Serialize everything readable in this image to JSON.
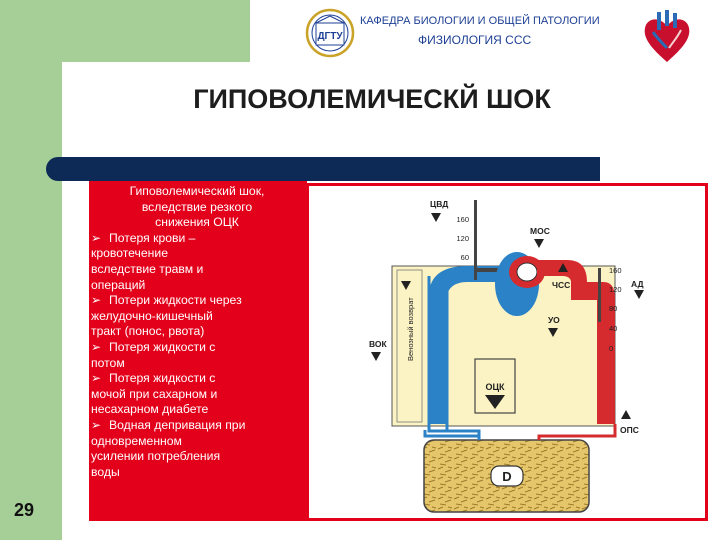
{
  "header": {
    "department": "КАФЕДРА БИОЛОГИИ И ОБЩЕЙ ПАТОЛОГИИ",
    "subject": "ФИЗИОЛОГИЯ ССС",
    "logo_text": "ДГТУ"
  },
  "title": "ГИПОВОЛЕМИЧЕСКЙ ШОК",
  "page_number": "29",
  "bullet_marker": "➢",
  "panel": {
    "intro": [
      "Гиповолемический шок,",
      "вследствие резкого",
      "снижения ОЦК"
    ],
    "bullets": [
      [
        "Потеря крови –",
        "кровотечение",
        "вследствие травм и",
        "операций"
      ],
      [
        "Потери жидкости через",
        "желудочно-кишечный",
        "тракт (понос, рвота)"
      ],
      [
        "Потеря жидкости с",
        "потом"
      ],
      [
        "Потеря жидкости с",
        "мочой при сахарном и",
        "несахарном диабете"
      ],
      [
        "Водная депривация при",
        "одновременном",
        "усилении потребления",
        "воды"
      ]
    ]
  },
  "diagram": {
    "cvd": "ЦВД",
    "cvd_scale": [
      "160",
      "120",
      "60"
    ],
    "venous_return": "Венозный возврат",
    "vok": "ВОК",
    "ock": "ОЦК",
    "mos": "МОС",
    "chss": "ЧСС",
    "uo": "УО",
    "ad": "АД",
    "ad_scale": [
      "160",
      "120",
      "80",
      "40",
      "0"
    ],
    "ops": "ОПС",
    "d": "D"
  },
  "colors": {
    "green": "#a6cf98",
    "navy": "#0c2a55",
    "red": "#e3001b",
    "blue_vessel": "#2b82c6",
    "red_vessel": "#d52b2f",
    "cream": "#fbf3c4",
    "text_blue": "#1d3f95"
  }
}
